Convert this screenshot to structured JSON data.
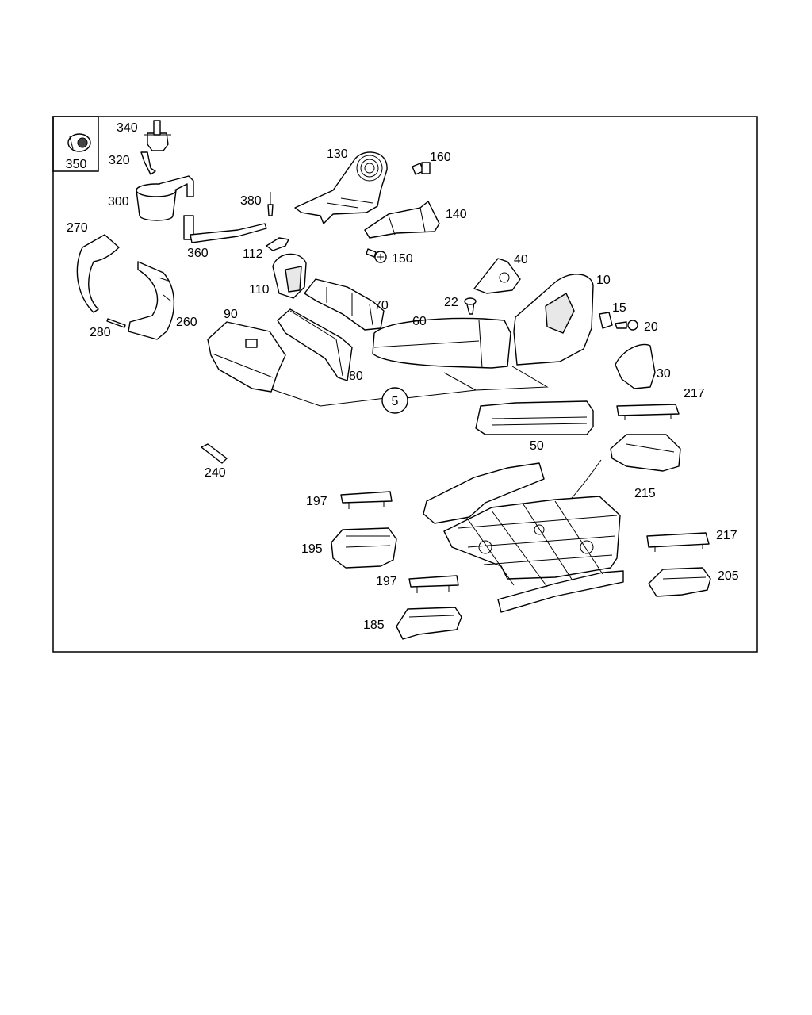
{
  "diagram": {
    "inset_label": "350",
    "group_label": "5",
    "callouts": {
      "p340": "340",
      "p320": "320",
      "p300": "300",
      "p360": "360",
      "p380": "380",
      "p130": "130",
      "p160": "160",
      "p140": "140",
      "p150": "150",
      "p112": "112",
      "p110": "110",
      "p270": "270",
      "p280": "280",
      "p260": "260",
      "p90": "90",
      "p70": "70",
      "p80": "80",
      "p60": "60",
      "p40": "40",
      "p22": "22",
      "p10": "10",
      "p15": "15",
      "p20": "20",
      "p30": "30",
      "p217a": "217",
      "p50": "50",
      "p215": "215",
      "p240": "240",
      "p197a": "197",
      "p195": "195",
      "p197b": "197",
      "p185": "185",
      "p217b": "217",
      "p205": "205"
    }
  }
}
